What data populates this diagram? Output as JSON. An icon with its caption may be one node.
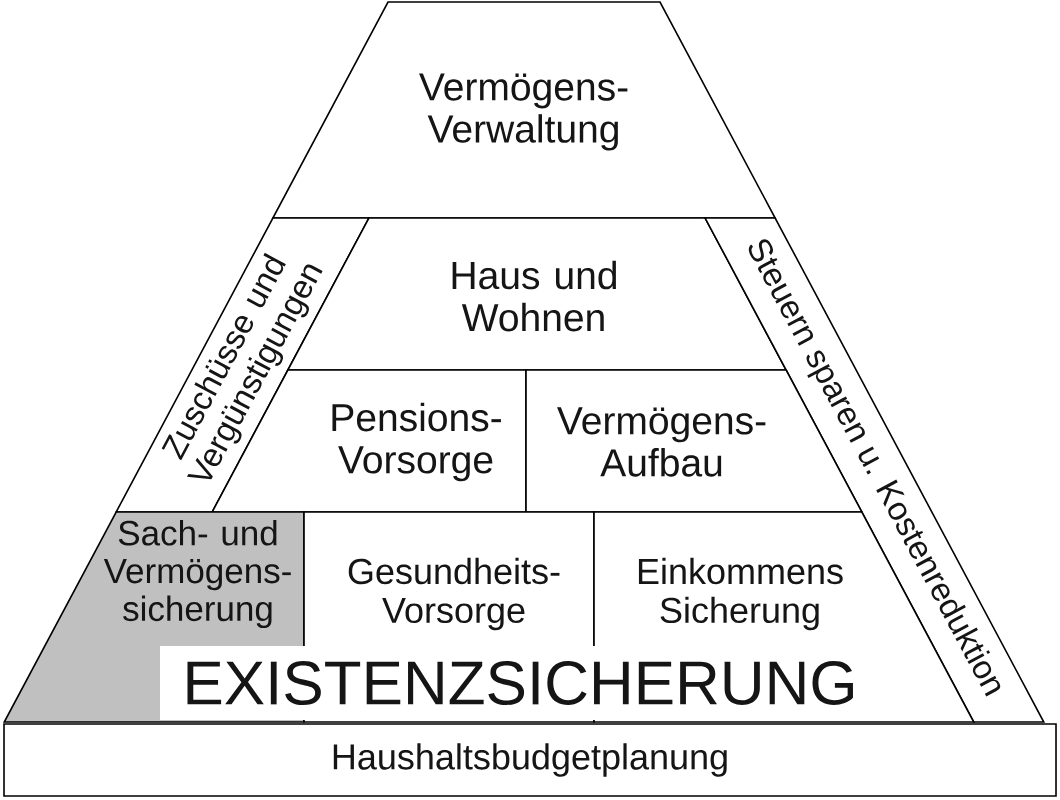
{
  "diagram": {
    "nodes": [
      {
        "text": [
          "Vermögens- Verwaltung"
        ]
      },
      {
        "text": [
          "Zuschüsse und Vergünstigungen"
        ]
      },
      {
        "text": [
          "Haus und Wohnen"
        ]
      },
      {
        "text": [
          "Steuern sparen u. Kostenreduktion"
        ]
      },
      {
        "text": [
          "Pensions- Vorsorge"
        ]
      },
      {
        "text": [
          "Vermögens- Aufbau"
        ]
      },
      {
        "text": [
          "Sach- und Vermögens- sicherung"
        ]
      },
      {
        "text": [
          "Gesundheits- Vorsorge"
        ]
      },
      {
        "text": [
          "Einkommens Sicherung"
        ]
      },
      {
        "text": [
          "Haushaltsbudgetplanung"
        ]
      }
    ],
    "labels": [
      "EXISTENZSICHERUNG"
    ]
  }
}
